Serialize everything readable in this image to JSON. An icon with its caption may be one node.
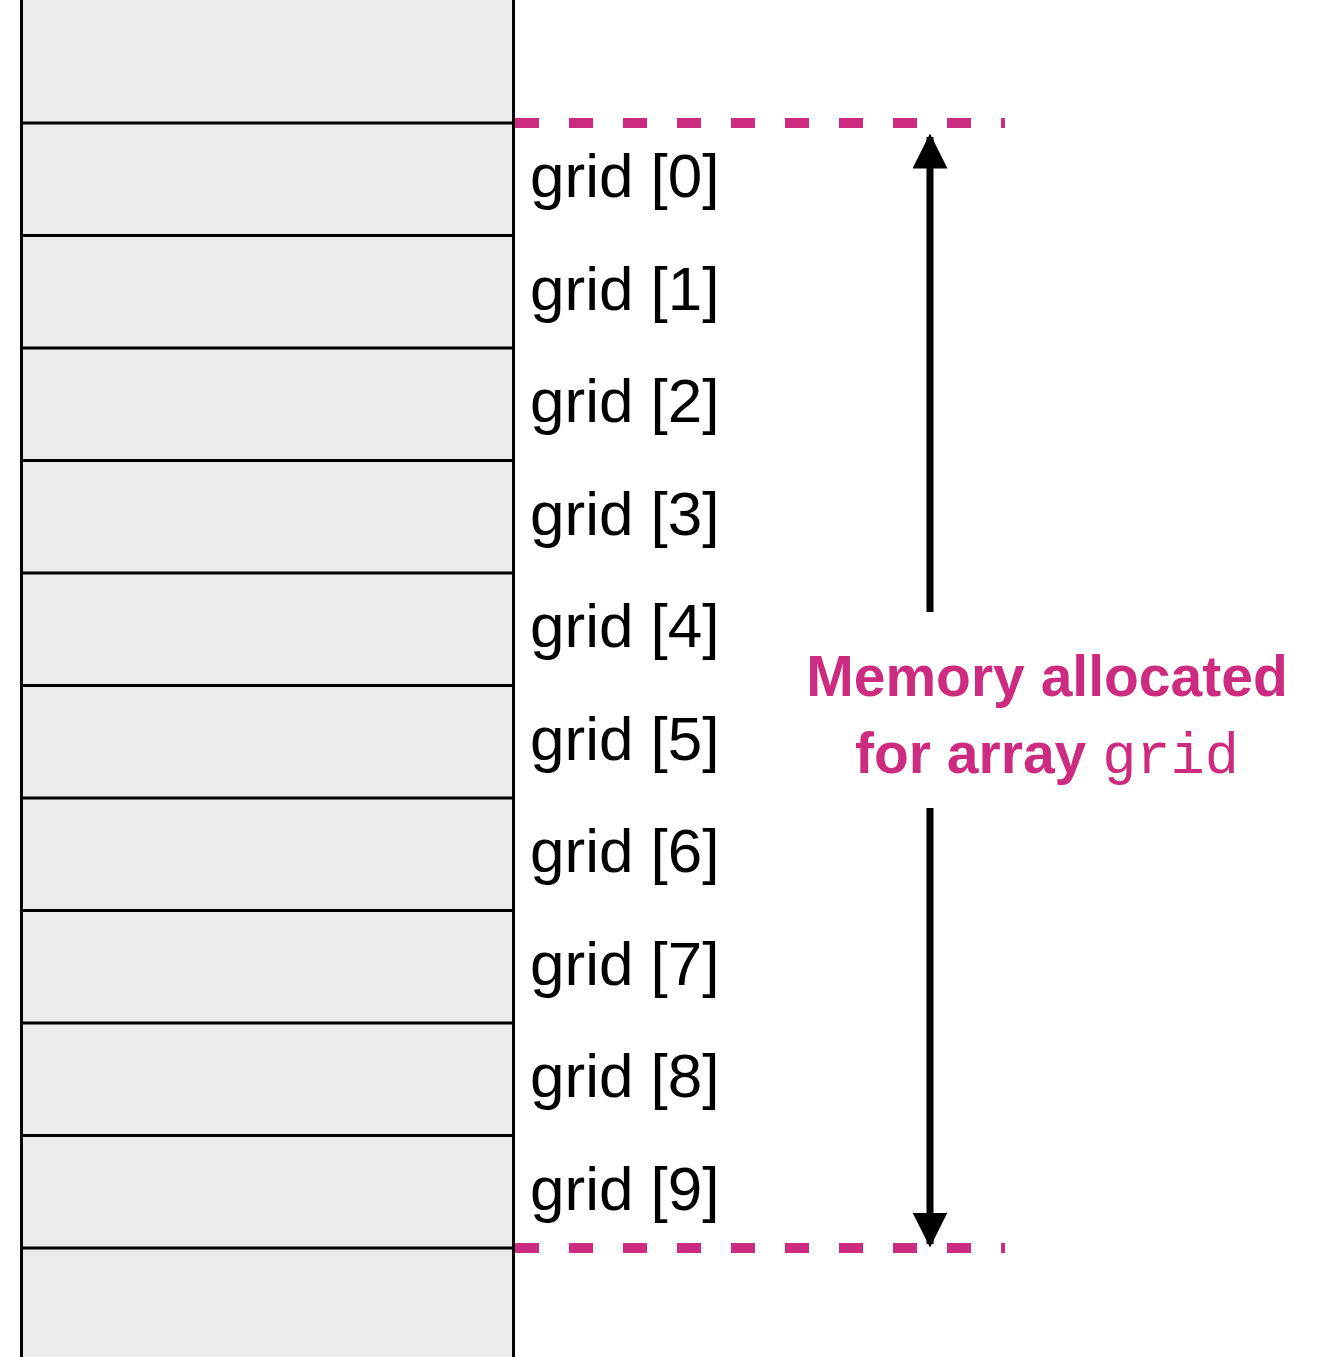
{
  "diagram": {
    "nodes": [
      {
        "text": [],
        "shape": "box"
      },
      {
        "text": [],
        "shape": "box",
        "beside": [
          "grid [0]"
        ]
      },
      {
        "text": [],
        "shape": "box",
        "beside": [
          "grid [1]"
        ]
      },
      {
        "text": [],
        "shape": "box",
        "beside": [
          "grid [2]"
        ]
      },
      {
        "text": [],
        "shape": "box",
        "beside": [
          "grid [3]"
        ]
      },
      {
        "text": [],
        "shape": "box",
        "beside": [
          "grid [4]"
        ]
      },
      {
        "text": [],
        "shape": "box",
        "beside": [
          "grid [5]"
        ]
      },
      {
        "text": [],
        "shape": "box",
        "beside": [
          "grid [6]"
        ]
      },
      {
        "text": [],
        "shape": "box",
        "beside": [
          "grid [7]"
        ]
      },
      {
        "text": [],
        "shape": "box",
        "beside": [
          "grid [8]"
        ]
      },
      {
        "text": [],
        "shape": "box",
        "beside": [
          "grid [9]"
        ]
      },
      {
        "text": [],
        "shape": "box"
      }
    ],
    "labels": [
      "Memory allocated for array grid"
    ]
  }
}
